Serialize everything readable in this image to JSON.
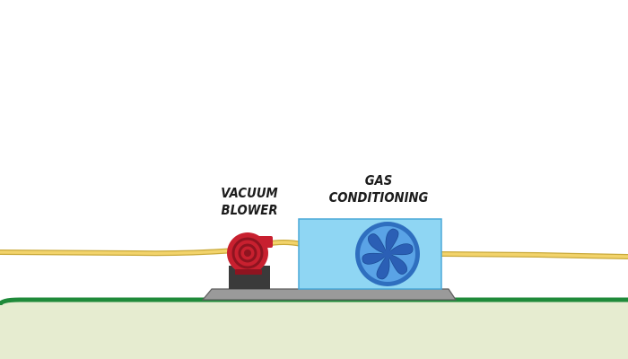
{
  "labels": {
    "blower": [
      "VACUUM",
      "BLOWER"
    ],
    "gas_conditioning": [
      "GAS",
      "CONDITIONING"
    ]
  },
  "colors": {
    "background": "#ffffff",
    "ground_fill": "#e6ecd0",
    "ground_line": "#1f8a3a",
    "pipe": "#f2d36b",
    "pipe_outline": "#c9a93a",
    "blower_red": "#c8202f",
    "blower_dark": "#8e1420",
    "blower_base": "#3a3a3a",
    "skid": "#9a9a9a",
    "skid_outline": "#5e5e5e",
    "unit_box": "#8fd6f3",
    "unit_outline": "#4aa8d8",
    "fan_ring": "#2f6fbf",
    "fan_fill": "#5aa3e6",
    "fan_blade": "#2b5fb5",
    "text": "#1c1c1c"
  },
  "icons": {
    "blower": "centrifugal-blower-icon",
    "fan": "fan-icon"
  }
}
